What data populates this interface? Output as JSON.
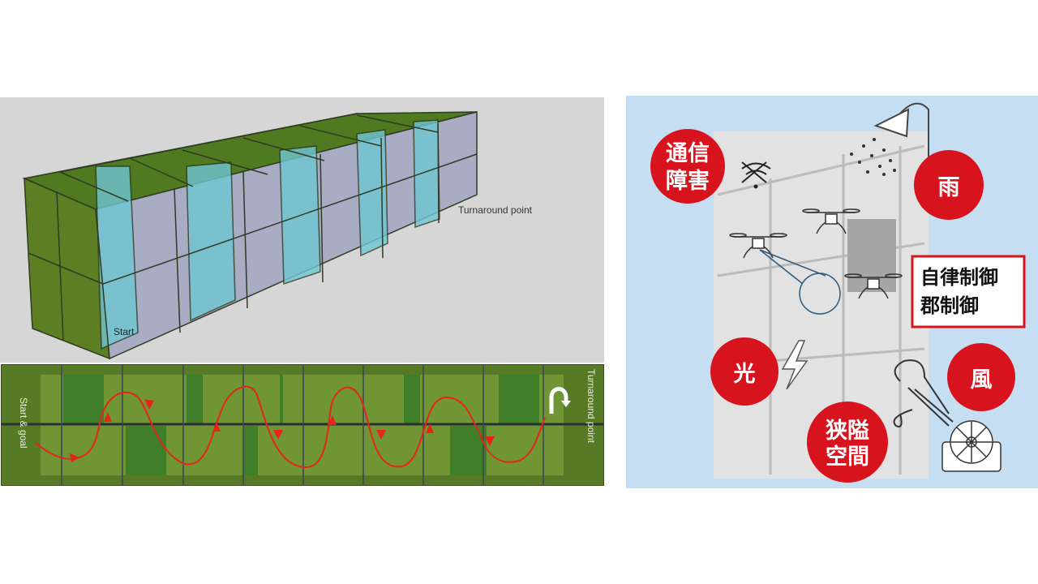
{
  "left_panel": {
    "model_3d": {
      "turnaround_label": "Turnaround point",
      "start_label": "Start"
    },
    "plan_view": {
      "start_goal_label": "Start & goal",
      "turnaround_label": "Turnaround point",
      "path_color": "#e8231a",
      "icons": [
        "u-turn-arrow-icon"
      ]
    },
    "colors": {
      "frame_green": "#4d6b1f",
      "panel_green": "#6f9535",
      "wall_cyan": "#6fc6d3",
      "background": "#d6d6d6"
    }
  },
  "right_panel": {
    "background": "#c6def2",
    "accent": "#d7141d",
    "hazards": [
      {
        "id": "comm",
        "label_line1": "通信",
        "label_line2": "障害",
        "icon": "no-signal-icon"
      },
      {
        "id": "rain",
        "label_line1": "雨",
        "label_line2": "",
        "icon": "shower-icon"
      },
      {
        "id": "light",
        "label_line1": "光",
        "label_line2": "",
        "icon": "lightning-icon"
      },
      {
        "id": "wind",
        "label_line1": "風",
        "label_line2": "",
        "icon": "fan-icon"
      },
      {
        "id": "narrow",
        "label_line1": "狭隘",
        "label_line2": "空間",
        "icon": "wind-swirl-icon"
      }
    ],
    "control_box": {
      "line1": "自律制御",
      "line2": "郡制御"
    },
    "icons": [
      "drone-icon",
      "drone-icon",
      "drone-icon",
      "camera-view-icon"
    ]
  }
}
